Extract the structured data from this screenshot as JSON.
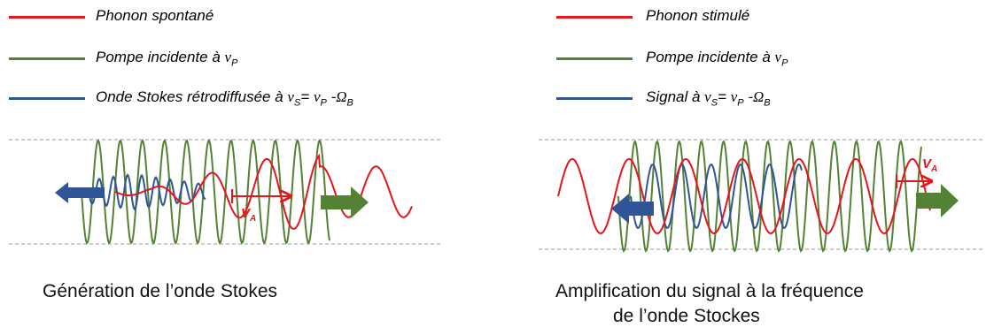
{
  "colors": {
    "phonon": "#e8141b",
    "pump": "#548235",
    "stokes": "#2f5597",
    "arrow_blue": "#2f5597",
    "arrow_green": "#548235",
    "dashed": "#9a9a9a"
  },
  "left_panel": {
    "legend": [
      {
        "color": "phonon",
        "text": "Phonon spontané"
      },
      {
        "color": "pump",
        "text": "Pompe incidente à ",
        "sym": "ν",
        "sub": "P"
      },
      {
        "color": "stokes",
        "text": "Onde Stokes rétrodiffusée à ",
        "sym": "ν",
        "sub": "S",
        "mid": "= ",
        "sym2": "ν",
        "sub2": "P",
        "mid2": " -",
        "sym3": "Ω",
        "sub3": "B"
      }
    ],
    "velocity_label": "V",
    "velocity_sub": "A",
    "caption": "Génération de l’onde Stokes"
  },
  "right_panel": {
    "legend": [
      {
        "color": "phonon",
        "text": "Phonon stimulé"
      },
      {
        "color": "pump",
        "text": "Pompe incidente à ",
        "sym": "ν",
        "sub": "P"
      },
      {
        "color": "stokes",
        "text": "Signal à ",
        "sym": "ν",
        "sub": "S",
        "mid": "= ",
        "sym2": "ν",
        "sub2": "P",
        "mid2": " -",
        "sym3": "Ω",
        "sub3": "B"
      }
    ],
    "velocity_label": "V",
    "velocity_sub": "A",
    "caption_line1": "Amplification du signal à la fréquence",
    "caption_line2": "de l’onde Stockes"
  }
}
